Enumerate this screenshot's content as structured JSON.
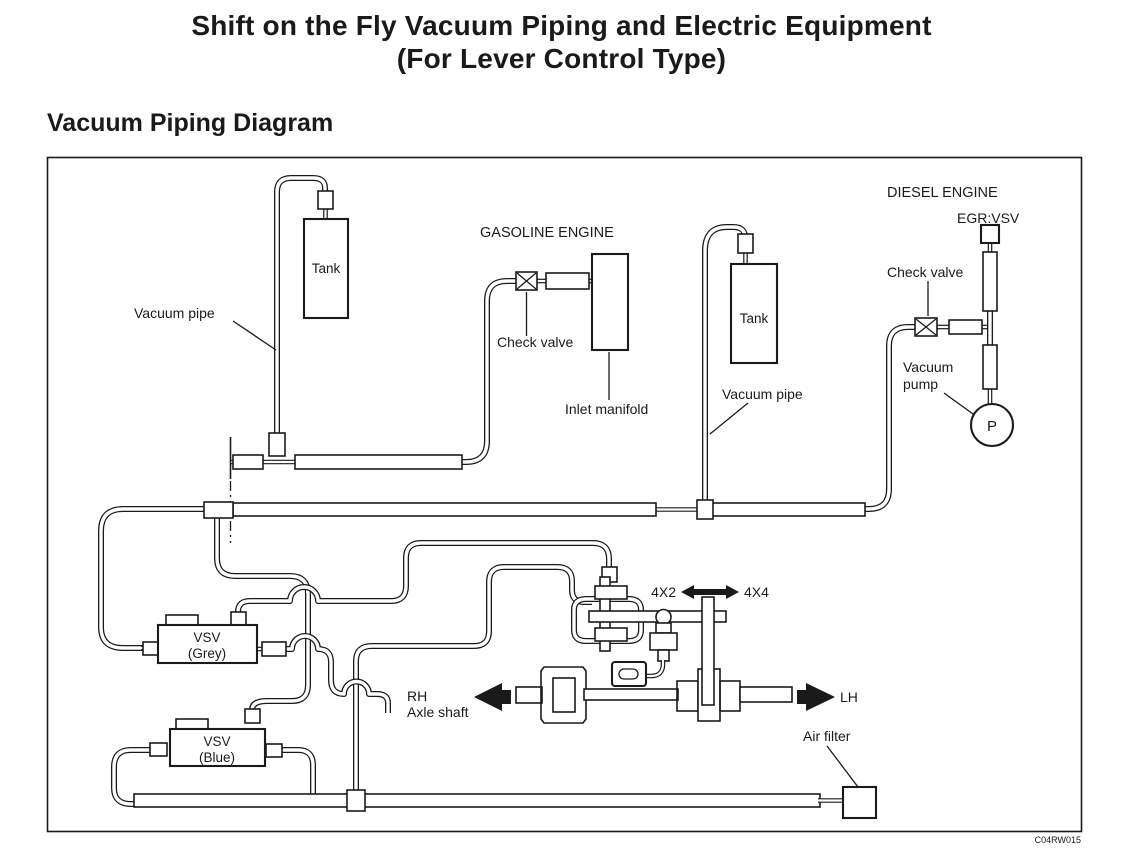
{
  "page": {
    "title_line1": "Shift on the Fly Vacuum Piping and Electric Equipment",
    "title_line2": "(For Lever Control Type)",
    "section_heading": "Vacuum Piping Diagram",
    "figure_code": "C04RW015"
  },
  "labels": {
    "left_vacuum_pipe": "Vacuum pipe",
    "left_tank": "Tank",
    "gasoline_engine": "GASOLINE ENGINE",
    "gasoline_check_valve": "Check valve",
    "inlet_manifold": "Inlet manifold",
    "right_tank": "Tank",
    "right_vacuum_pipe": "Vacuum pipe",
    "diesel_engine": "DIESEL ENGINE",
    "egr_vsv": "EGR:VSV",
    "diesel_check_valve": "Check valve",
    "vacuum_pump_l1": "Vacuum",
    "vacuum_pump_l2": "pump",
    "pump_symbol": "P",
    "vsv_grey_l1": "VSV",
    "vsv_grey_l2": "(Grey)",
    "vsv_blue_l1": "VSV",
    "vsv_blue_l2": "(Blue)",
    "mode_4x2": "4X2",
    "mode_4x4": "4X4",
    "rh": "RH",
    "axle_shaft": "Axle shaft",
    "lh": "LH",
    "air_filter": "Air filter"
  },
  "colors": {
    "ink": "#1a1a1a",
    "paper": "#ffffff"
  }
}
